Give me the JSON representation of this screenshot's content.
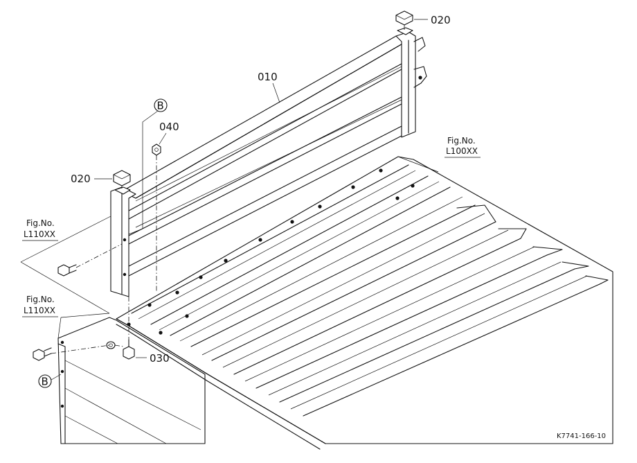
{
  "callouts": {
    "p010": "010",
    "p020_top": "020",
    "p020_left": "020",
    "p030": "030",
    "p040": "040",
    "ref_b_top": "B",
    "ref_b_bottom": "B"
  },
  "fig_refs": {
    "right": {
      "line1": "Fig.No.",
      "line2": "L100XX"
    },
    "left_upper": {
      "line1": "Fig.No.",
      "line2": "L110XX"
    },
    "left_lower": {
      "line1": "Fig.No.",
      "line2": "L110XX"
    }
  },
  "drawing_code": "K7741-166-10"
}
